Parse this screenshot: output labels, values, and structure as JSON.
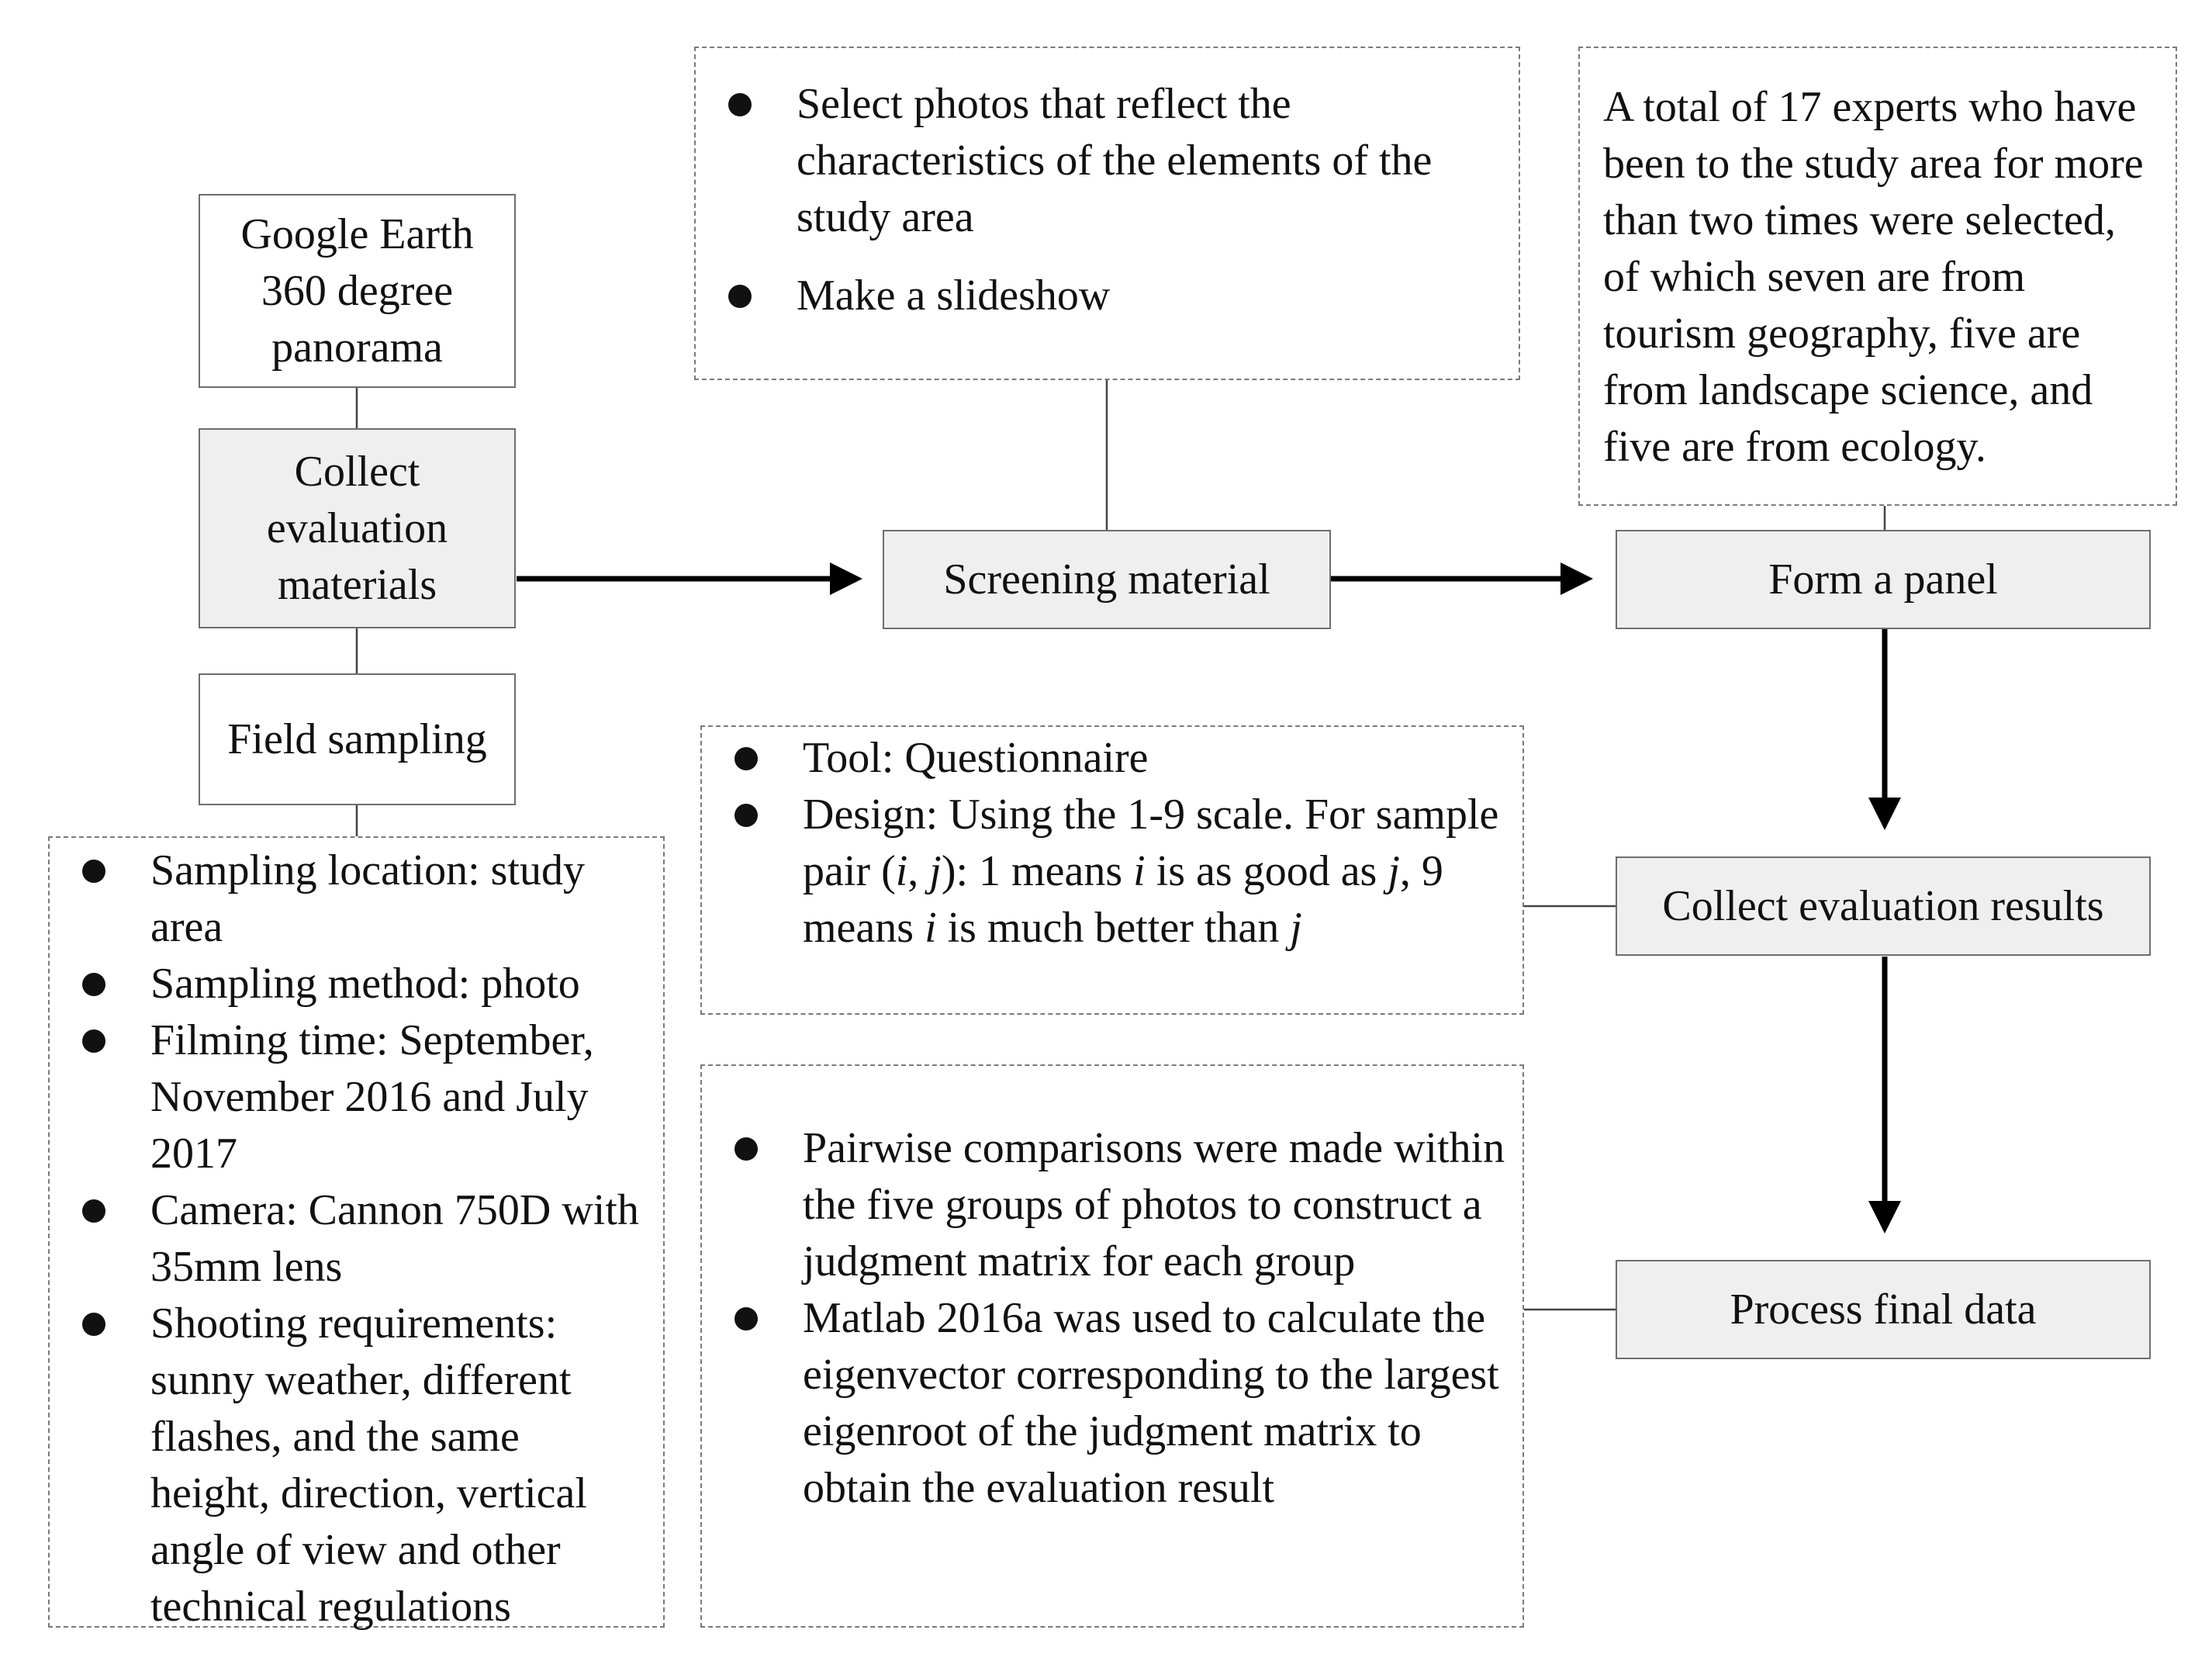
{
  "nodes": {
    "google_earth": "Google Earth 360 degree panorama",
    "collect_materials": "Collect evaluation materials",
    "field_sampling": "Field sampling",
    "screening_material": "Screening material",
    "form_panel": "Form a panel",
    "collect_results": "Collect evaluation results",
    "process_data": "Process final data"
  },
  "notes": {
    "screening": [
      "Select photos that reflect the characteristics of the elements of the study area",
      "Make a slideshow"
    ],
    "panel": "A total of 17 experts who have been to the study area for more than two times were selected, of which seven are from tourism geography, five are from landscape science, and five are from ecology.",
    "sampling": [
      "Sampling location: study area",
      "Sampling method: photo",
      "Filming time: September, November 2016 and July 2017",
      "Camera: Cannon 750D with 35mm lens",
      "Shooting requirements: sunny weather, different flashes, and the same height, direction, vertical angle of view and other technical regulations"
    ],
    "questionnaire": {
      "tool": "Tool: Questionnaire",
      "design_prefix": "Design: Using the 1-9 scale. For sample pair (",
      "var_i": "i",
      "comma": ", ",
      "var_j": "j",
      "design_mid1": "): 1 means ",
      "design_mid2": " is as good as ",
      "design_mid3": ", 9 means ",
      "design_mid4": " is much better than "
    },
    "processing": [
      "Pairwise comparisons were made within the five groups of photos to construct a judgment matrix for each group",
      "Matlab 2016a was used to calculate the eigenvector corresponding to the largest eigenroot of the judgment matrix to obtain the evaluation result"
    ]
  }
}
